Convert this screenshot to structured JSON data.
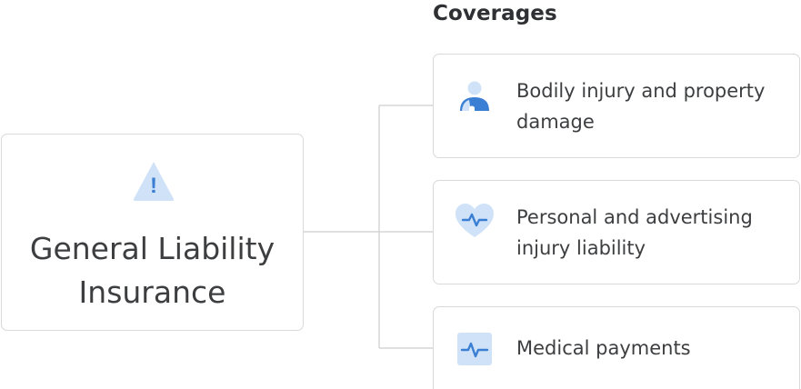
{
  "heading": "Coverages",
  "main": {
    "title_line1": "General Liability",
    "title_line2": "Insurance",
    "icon": "warning-triangle-icon",
    "icon_glyph": "!"
  },
  "coverages": [
    {
      "line1": "Bodily injury and property",
      "line2": "damage",
      "icon": "person-injury-icon"
    },
    {
      "line1": "Personal and advertising",
      "line2": "injury liability",
      "icon": "heart-pulse-icon"
    },
    {
      "line1": "Medical payments",
      "line2": "",
      "icon": "medical-pulse-icon"
    }
  ],
  "colors": {
    "accent_blue": "#3b7fd4",
    "icon_light_blue": "#cfe2f8",
    "border": "#d9d9d9",
    "connector": "#d5d5d5",
    "text": "#3d3e40"
  }
}
